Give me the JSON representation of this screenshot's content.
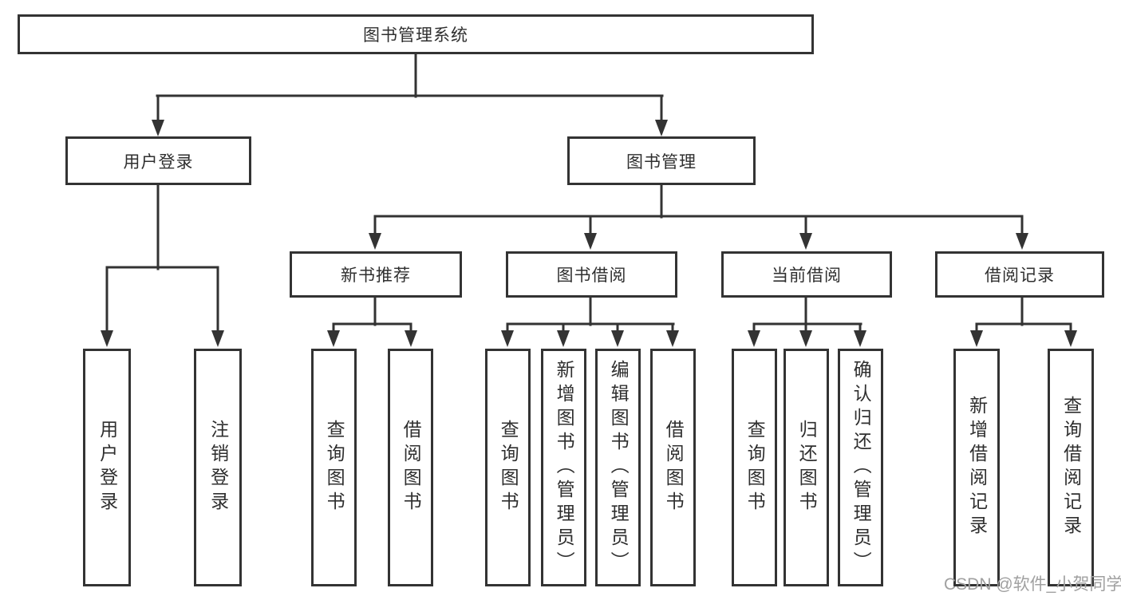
{
  "diagram_title": "图书管理系统",
  "diagram_type": "功能结构图",
  "colors": {
    "line": "#333333",
    "background": "#ffffff",
    "watermark": "#a0a0a0",
    "text": "#2f2f2f"
  },
  "tree": {
    "label": "图书管理系统",
    "children": [
      {
        "label": "用户登录",
        "children": [
          {
            "label": "用户登录"
          },
          {
            "label": "注销登录"
          }
        ]
      },
      {
        "label": "图书管理",
        "children": [
          {
            "label": "新书推荐",
            "children": [
              {
                "label": "查询图书"
              },
              {
                "label": "借阅图书"
              }
            ]
          },
          {
            "label": "图书借阅",
            "children": [
              {
                "label": "查询图书"
              },
              {
                "label": "新增图书（管理员）"
              },
              {
                "label": "编辑图书（管理员）"
              },
              {
                "label": "借阅图书"
              }
            ]
          },
          {
            "label": "当前借阅",
            "children": [
              {
                "label": "查询图书"
              },
              {
                "label": "归还图书"
              },
              {
                "label": "确认归还（管理员）"
              }
            ]
          },
          {
            "label": "借阅记录",
            "children": [
              {
                "label": "新增借阅记录"
              },
              {
                "label": "查询借阅记录"
              }
            ]
          }
        ]
      }
    ]
  },
  "watermark": {
    "text": "CSDN @软件_小贺同学"
  }
}
